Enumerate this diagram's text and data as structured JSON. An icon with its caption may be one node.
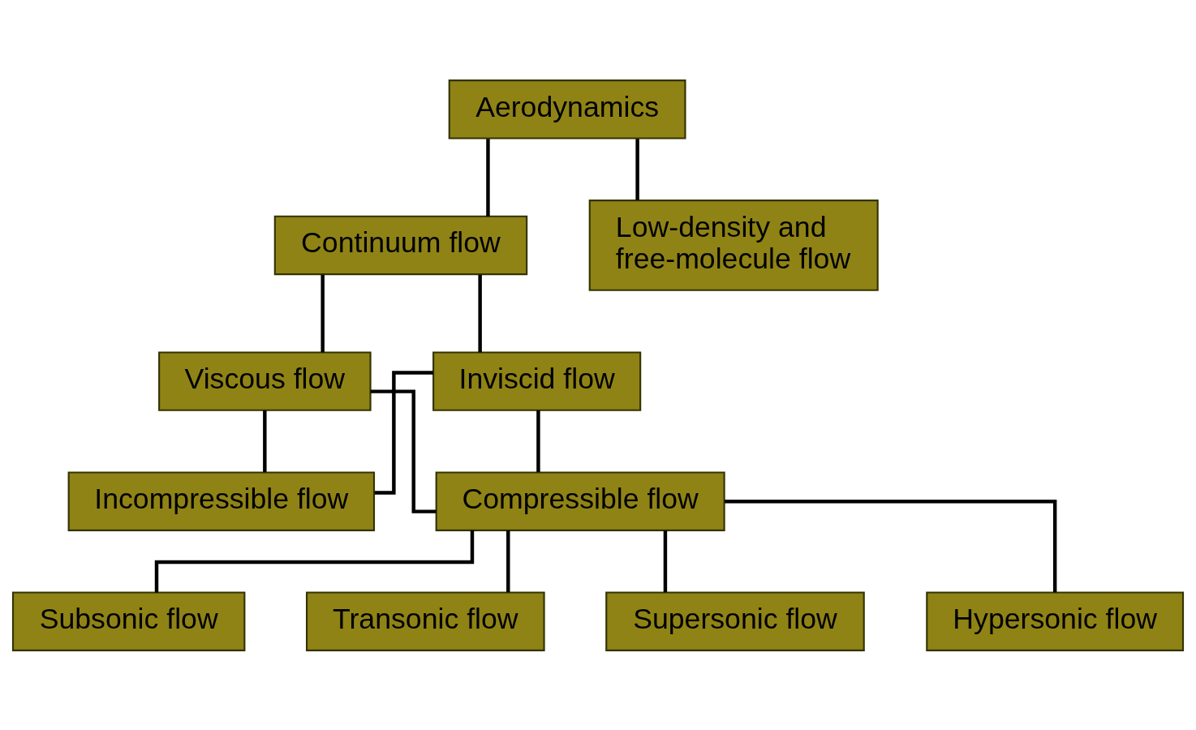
{
  "diagram": {
    "nodes": [
      {
        "text": [
          "Aerodynamics"
        ]
      },
      {
        "text": [
          "Continuum flow"
        ]
      },
      {
        "text": [
          "Low-density and free-molecule flow"
        ]
      },
      {
        "text": [
          "Viscous flow"
        ]
      },
      {
        "text": [
          "Inviscid flow"
        ]
      },
      {
        "text": [
          "Incompressible flow"
        ]
      },
      {
        "text": [
          "Compressible flow"
        ]
      },
      {
        "text": [
          "Subsonic flow"
        ]
      },
      {
        "text": [
          "Transonic flow"
        ]
      },
      {
        "text": [
          "Supersonic flow"
        ]
      },
      {
        "text": [
          "Hypersonic flow"
        ]
      }
    ],
    "edges": [
      {
        "from": 0,
        "to": 1,
        "arrow": "none"
      },
      {
        "from": 0,
        "to": 2,
        "arrow": "none"
      },
      {
        "from": 1,
        "to": 3,
        "arrow": "none"
      },
      {
        "from": 1,
        "to": 4,
        "arrow": "none"
      },
      {
        "from": 3,
        "to": 5,
        "arrow": "none"
      },
      {
        "from": 3,
        "to": 6,
        "arrow": "none"
      },
      {
        "from": 4,
        "to": 5,
        "arrow": "none"
      },
      {
        "from": 4,
        "to": 6,
        "arrow": "none"
      },
      {
        "from": 6,
        "to": 7,
        "arrow": "none"
      },
      {
        "from": 6,
        "to": 8,
        "arrow": "none"
      },
      {
        "from": 6,
        "to": 9,
        "arrow": "none"
      },
      {
        "from": 6,
        "to": 10,
        "arrow": "none"
      }
    ]
  }
}
